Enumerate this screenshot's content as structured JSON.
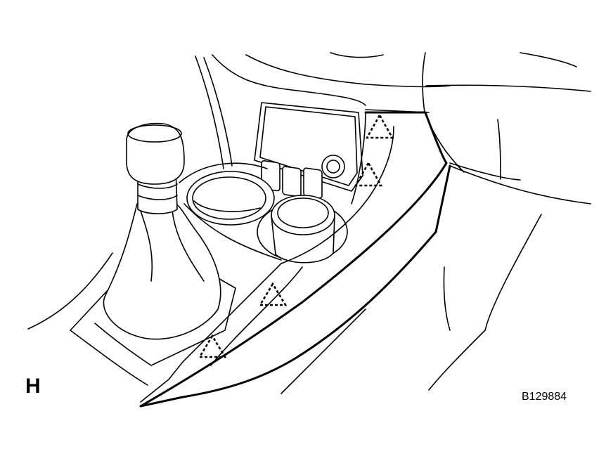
{
  "diagram": {
    "view_letter": "H",
    "figure_code": "B129884",
    "clip_marker_count": 4
  }
}
